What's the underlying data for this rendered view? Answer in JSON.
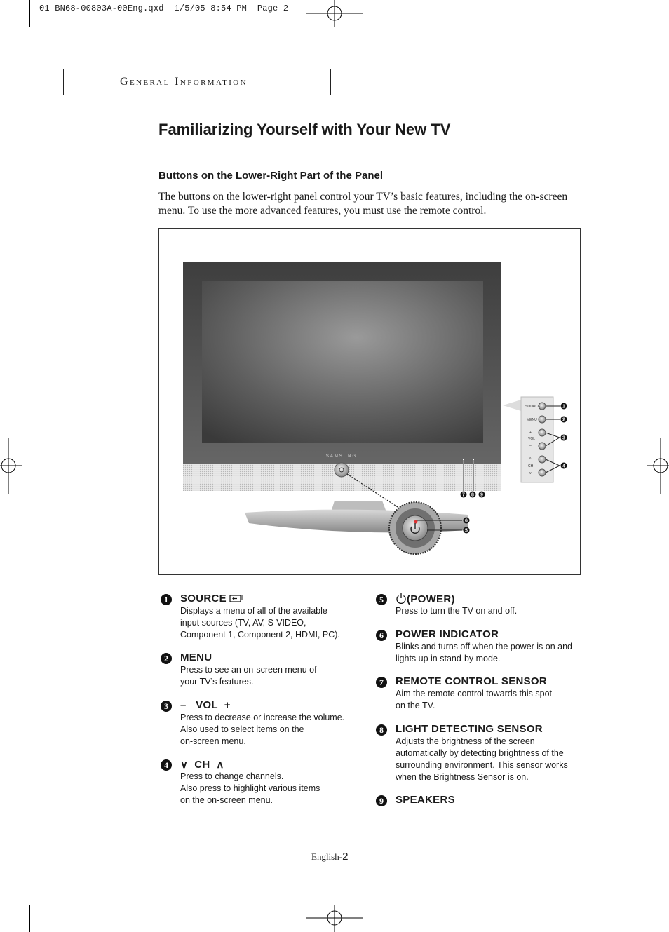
{
  "slug_line": "01 BN68-00803A-00Eng.qxd  1/5/05 8:54 PM  Page 2",
  "section_label": "General Information",
  "title": "Familiarizing Yourself with Your New TV",
  "subtitle": "Buttons on the Lower-Right Part of the Panel",
  "intro": "The buttons on the lower-right panel control your TV’s basic features, including the on-screen menu. To use the more advanced features, you must use the remote control.",
  "figure": {
    "brand": "SAMSUNG",
    "panel_labels": [
      "SOURCE",
      "MENU",
      "+",
      "VOL",
      "–",
      "^",
      "CH",
      "v"
    ],
    "callout_numbers": [
      "1",
      "2",
      "3",
      "4",
      "5",
      "6",
      "7",
      "8",
      "9"
    ]
  },
  "items": [
    {
      "num": "1",
      "heading": "SOURCE",
      "icon": "source-input-icon",
      "desc": "Displays a menu of all of the available\ninput sources (TV, AV, S-VIDEO,\nComponent 1, Component 2, HDMI, PC)."
    },
    {
      "num": "2",
      "heading": "MENU",
      "desc": "Press to see an on-screen menu of\nyour TV’s features."
    },
    {
      "num": "3",
      "heading_prefix": "–",
      "heading": "VOL",
      "heading_suffix": "+",
      "desc": "Press to decrease or increase the volume.\nAlso used to select items on the\non-screen menu."
    },
    {
      "num": "4",
      "heading_prefix": "∨",
      "heading": "CH",
      "heading_suffix": "∧",
      "desc": "Press to change channels.\nAlso press to highlight various items\non the on-screen menu."
    },
    {
      "num": "5",
      "heading": "(POWER)",
      "icon": "power-icon",
      "desc": "Press to turn the TV on and off."
    },
    {
      "num": "6",
      "heading": "POWER INDICATOR",
      "desc": "Blinks and turns off when the power is on and\nlights up in stand-by mode."
    },
    {
      "num": "7",
      "heading": "REMOTE CONTROL SENSOR",
      "desc": "Aim the remote control towards this spot\non the TV."
    },
    {
      "num": "8",
      "heading": "LIGHT DETECTING SENSOR",
      "desc": "Adjusts the brightness of the screen\nautomatically by detecting brightness of the\nsurrounding environment. This sensor works\nwhen the Brightness Sensor is on."
    },
    {
      "num": "9",
      "heading": "SPEAKERS",
      "desc": ""
    }
  ],
  "footer": {
    "prefix": "English-",
    "page": "2"
  }
}
